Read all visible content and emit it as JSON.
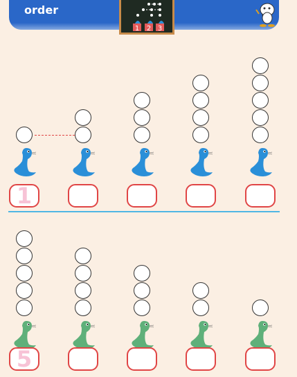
{
  "banner": {
    "title": "order",
    "chalk_digits": [
      "1",
      "2",
      "3"
    ]
  },
  "top_row": {
    "counts": [
      1,
      2,
      3,
      4,
      5
    ],
    "answers": [
      "1",
      "",
      "",
      "",
      ""
    ],
    "seal_color": "#2a8fd8"
  },
  "bottom_row": {
    "counts": [
      5,
      4,
      3,
      2,
      1
    ],
    "answers": [
      "5",
      "",
      "",
      "",
      ""
    ],
    "seal_color": "#5fb07a"
  },
  "colors": {
    "box_border": "#e04545",
    "answer_hint": "#f7c3d6",
    "divider": "#4fb6e4"
  }
}
